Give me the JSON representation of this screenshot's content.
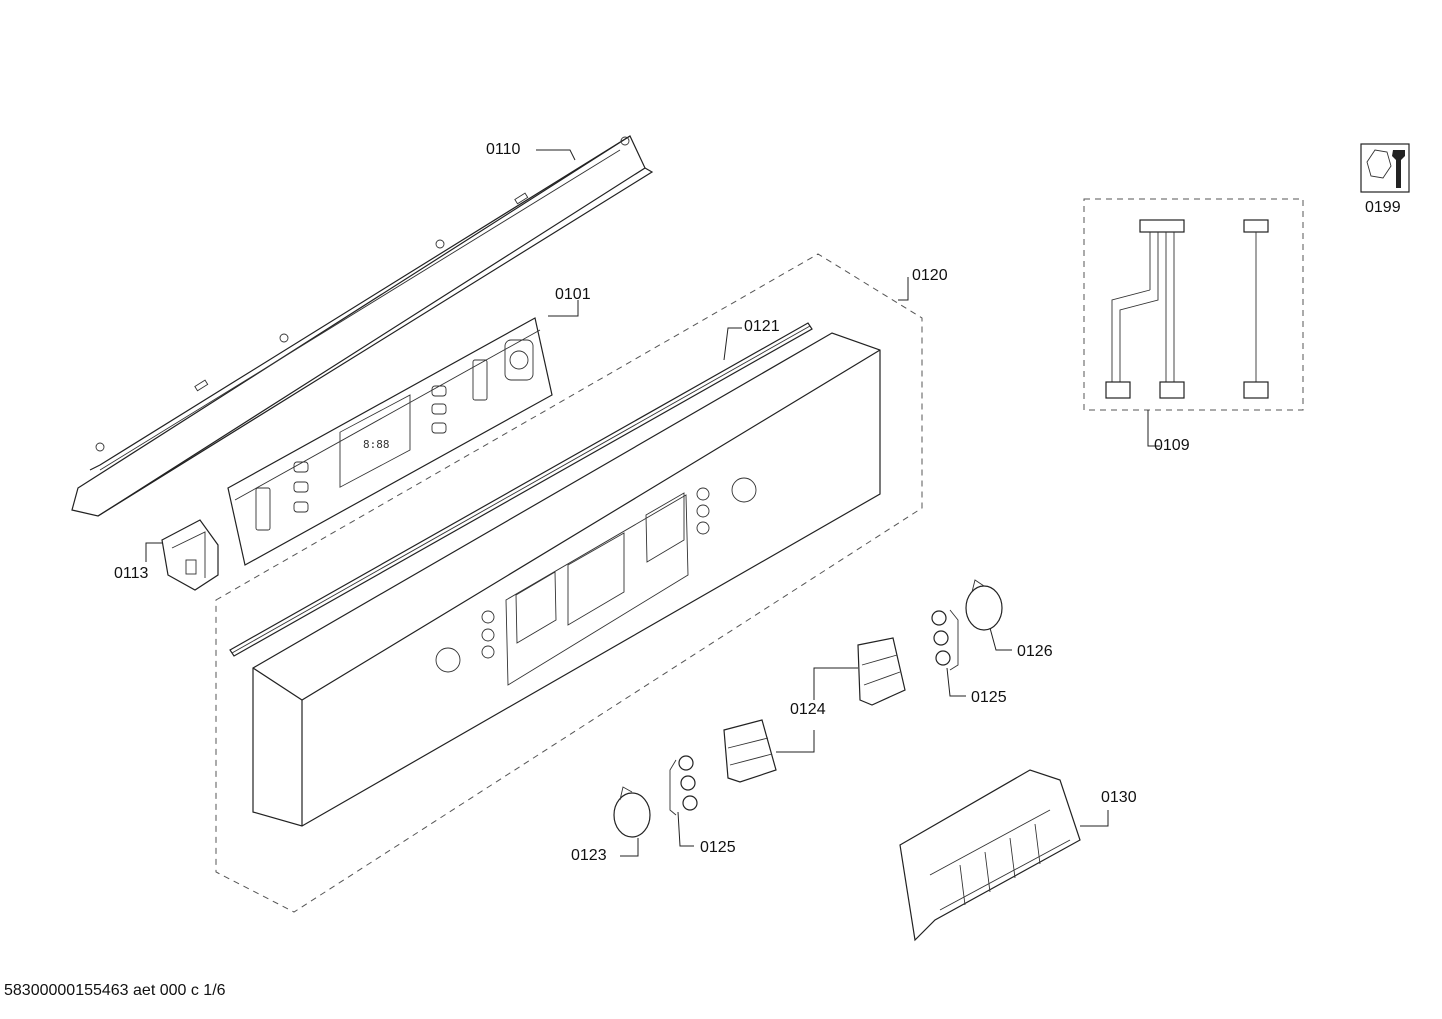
{
  "footer": "58300000155463 aet 000 c 1/6",
  "parts": {
    "p0110": "0110",
    "p0101": "0101",
    "p0120": "0120",
    "p0121": "0121",
    "p0113": "0113",
    "p0109": "0109",
    "p0199": "0199",
    "p0126": "0126",
    "p0125a": "0125",
    "p0124": "0124",
    "p0125b": "0125",
    "p0123": "0123",
    "p0130": "0130"
  },
  "icons": {
    "service": "wrench-nut-icon"
  }
}
